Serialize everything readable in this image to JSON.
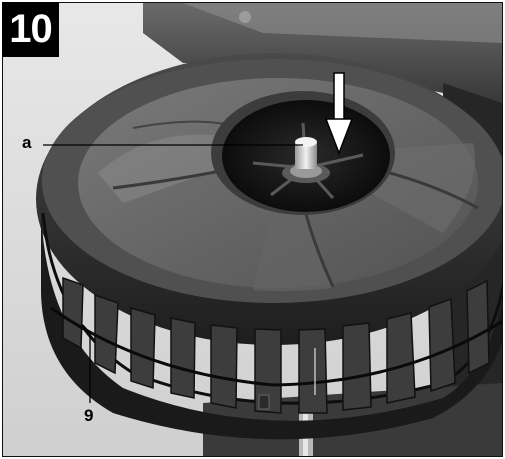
{
  "figure": {
    "number": "10"
  },
  "callouts": {
    "a": "a",
    "nine": "9"
  }
}
